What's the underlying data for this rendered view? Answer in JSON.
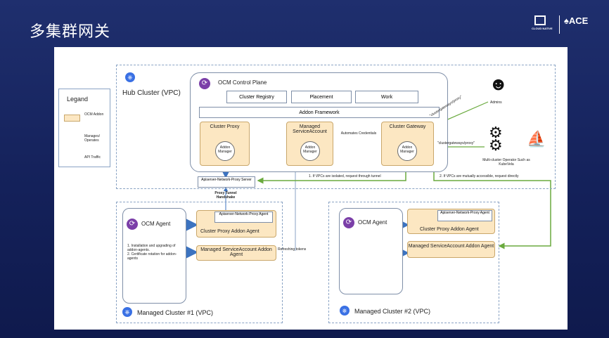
{
  "slide_title": "多集群网关",
  "logos": {
    "cncf": "CLOUD NATIVE",
    "ace": "ACE"
  },
  "legend": {
    "title": "Legand",
    "addon": "OCM Addon",
    "manages": "Manages/ Operates",
    "traffic": "API Traffic"
  },
  "hub": {
    "title": "Hub Cluster (VPC)",
    "control_plane": "OCM Control Plane",
    "registry": "Cluster Registry",
    "placement": "Placement",
    "work": "Work",
    "framework": "Addon Framework",
    "proxy": "Cluster Proxy",
    "sa": "Managed ServiceAccount",
    "gateway": "Cluster Gateway",
    "addon_manager": "Addon Manager",
    "automates": "Automates Credentials",
    "apiserver_proxy": "Apiserver-Network-Proxy Server",
    "tunnel": "Proxy Tunnel Handshake",
    "route1": "1. If VPCs are  isolated, request through tunnel",
    "route2": "2. If VPCs are  mutually accessible, request directly",
    "admins": "Admins",
    "operator": "Multi-cluster Operator Such as KubeVela",
    "gw_path1": "\"clustergateways/proxy\"",
    "gw_path2": "\"clustergateways/proxy\""
  },
  "managed1": {
    "title": "Managed Cluster #1 (VPC)",
    "agent": "OCM Agent",
    "notes": [
      "Installation and upgrading of addon-agents.",
      "Certificate rotation for addon-agents"
    ],
    "apiserver_agent": "Apiserver-Network-Proxy Agent",
    "proxy_agent": "Cluster Proxy Addon Agent",
    "sa_agent": "Managed ServiceAccount Addon Agent",
    "refreshing": "Refreshing tokens"
  },
  "managed2": {
    "title": "Managed Cluster #2 (VPC)",
    "agent": "OCM Agent",
    "apiserver_agent": "Apiserver-Network-Proxy Agent",
    "proxy_agent": "Cluster Proxy Addon Agent",
    "sa_agent": "Managed ServiceAccount Addon Agent"
  },
  "colors": {
    "manage_arrow": "#3c73c0",
    "traffic_arrow": "#6aaa3e",
    "addon_fill": "#fce7c2",
    "ocm_purple": "#7b3fa8",
    "k8s_blue": "#3970e4"
  }
}
